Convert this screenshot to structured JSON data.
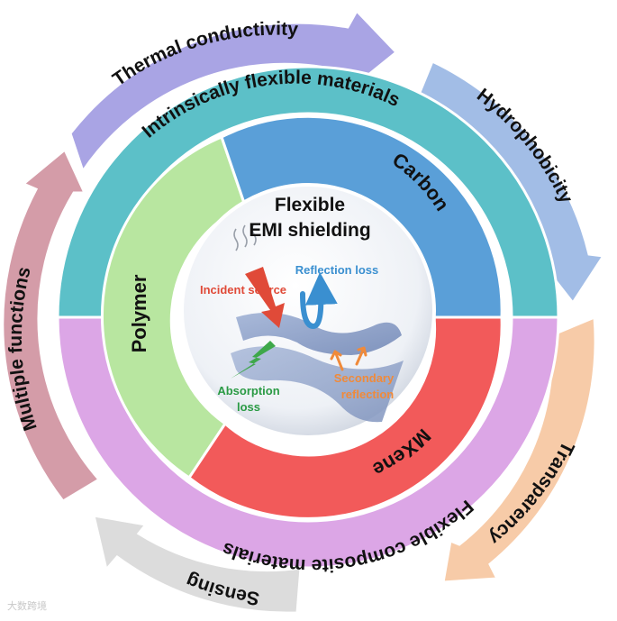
{
  "center": {
    "title_line1": "Flexible",
    "title_line2": "EMI shielding",
    "incident_label": "Incident source",
    "reflection_label": "Reflection loss",
    "absorption_line1": "Absorption",
    "absorption_line2": "loss",
    "secondary_line1": "Secondary",
    "secondary_line2": "reflection"
  },
  "inner_ring": {
    "polymer": "Polymer",
    "carbon": "Carbon",
    "mxene": "MXene"
  },
  "middle_ring": {
    "top": "Intrinsically flexible materials",
    "bottom": "Flexible composite materials"
  },
  "outer_ring": {
    "thermal": "Thermal conductivity",
    "hydrophobicity": "Hydrophobicity",
    "transparency": "Transparency",
    "sensing": "Sensing",
    "multiple": "Multiple functions"
  },
  "colors": {
    "polymer": "#b8e6a0",
    "carbon": "#5a9fd8",
    "mxene": "#f25a5a",
    "middle_top": "#5cc0c8",
    "middle_bottom": "#dca6e6",
    "thermal": "#a9a4e4",
    "hydrophobicity": "#a2bde6",
    "transparency": "#f7cba8",
    "sensing": "#dcdcdc",
    "multiple": "#d49ca8"
  },
  "watermark": "大数跨境"
}
